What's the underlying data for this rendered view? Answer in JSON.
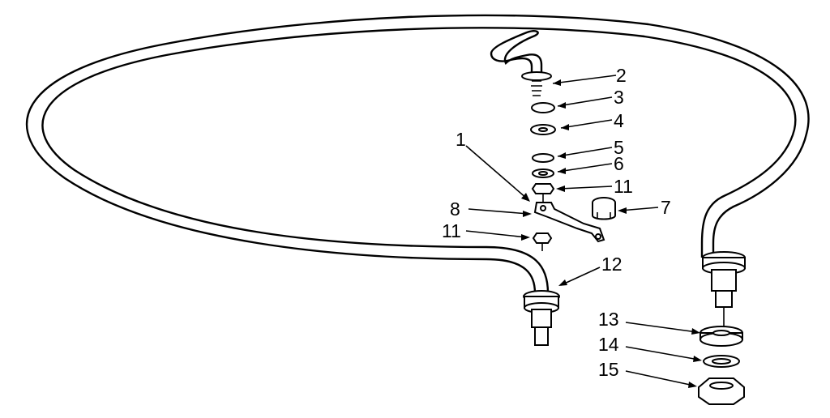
{
  "callouts": {
    "c1": "1",
    "c2": "2",
    "c3": "3",
    "c4": "4",
    "c5": "5",
    "c6": "6",
    "c7": "7",
    "c8": "8",
    "c11a": "11",
    "c11b": "11",
    "c12": "12",
    "c13": "13",
    "c14": "14",
    "c15": "15"
  }
}
